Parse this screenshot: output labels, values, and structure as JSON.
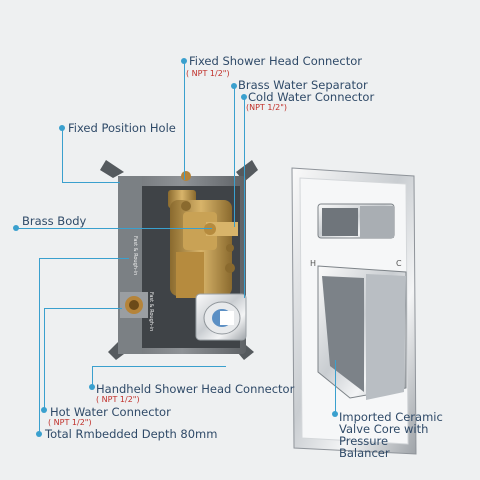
{
  "labels": {
    "fixed_shower_head": "Fixed Shower Head Connector",
    "fixed_shower_head_npt": "( NPT 1/2\")",
    "brass_separator": "Brass Water Separator",
    "cold_water": "Cold Water Connector",
    "cold_water_npt": "(NPT 1/2\")",
    "fixed_position_hole": "Fixed Position Hole",
    "brass_body": "Brass Body",
    "handheld": "Handheld Shower Head Connector",
    "handheld_npt": "( NPT 1/2\")",
    "hot_water": "Hot Water Connector",
    "hot_water_npt": "( NPT 1/2\")",
    "depth": "Total Rmbedded Depth 80mm",
    "ceramic_1": "Imported Ceramic",
    "ceramic_2": "Valve Core with",
    "ceramic_3": "Pressure",
    "ceramic_4": "Balancer"
  },
  "trim_marks": {
    "hot": "H",
    "cold": "C"
  },
  "box_print": "Fast & Rough-in",
  "colors": {
    "callout": "#3aa0ce",
    "label": "#2f4a68",
    "npt": "#c0302a"
  }
}
